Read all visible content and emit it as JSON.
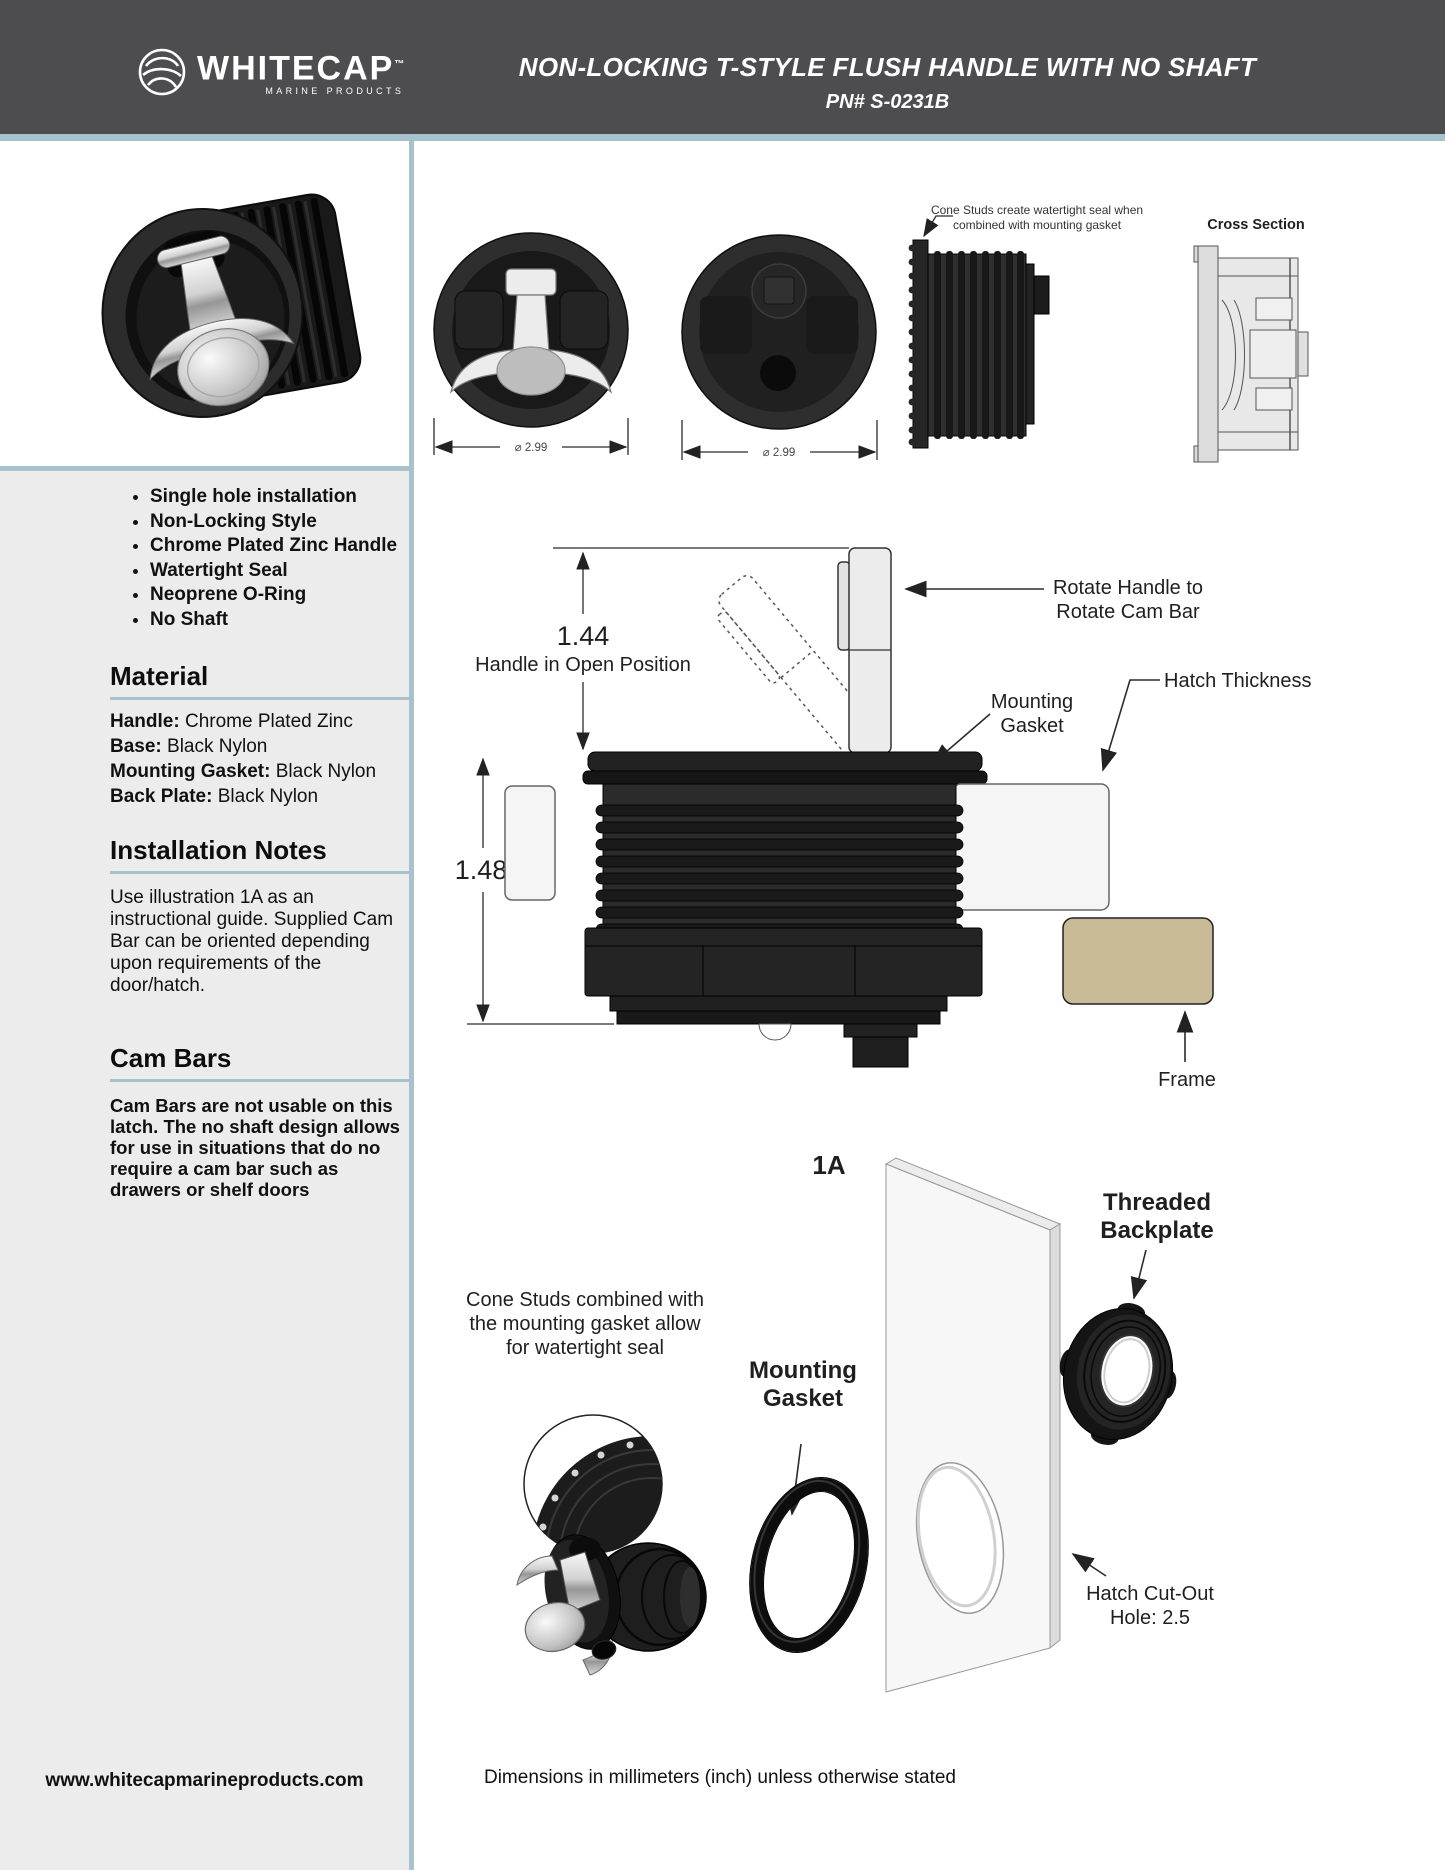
{
  "colors": {
    "header_bg": "#4d4d4f",
    "accent_border": "#a7c1cd",
    "sidebar_bg": "#ececec",
    "frame_tan": "#cabb98",
    "drawing_black": "#262626",
    "chrome": "#d9d9d9"
  },
  "header": {
    "brand": "WHITECAP",
    "brand_trademark": "™",
    "brand_subtitle": "MARINE PRODUCTS",
    "title": "NON-LOCKING T-STYLE FLUSH HANDLE WITH NO SHAFT",
    "part_number": "PN# S-0231B"
  },
  "sidebar": {
    "features": [
      "Single hole installation",
      "Non-Locking Style",
      "Chrome Plated Zinc Handle",
      "Watertight Seal",
      "Neoprene O-Ring",
      "No Shaft"
    ],
    "material": {
      "heading": "Material",
      "rows": [
        {
          "label": "Handle:",
          "value": "Chrome Plated Zinc"
        },
        {
          "label": "Base:",
          "value": "Black Nylon"
        },
        {
          "label": "Mounting Gasket:",
          "value": "Black Nylon"
        },
        {
          "label": "Back Plate:",
          "value": "Black Nylon"
        }
      ]
    },
    "installation_notes": {
      "heading": "Installation Notes",
      "body": "Use illustration 1A as an instructional guide.  Supplied Cam Bar can be oriented depending upon requirements of the door/hatch."
    },
    "cam_bars": {
      "heading": "Cam Bars",
      "body": "Cam Bars are not usable on this latch.  The no shaft design allows for use in situations that do no require a cam bar such as drawers or shelf doors"
    },
    "website": "www.whitecapmarineproducts.com"
  },
  "orthographic_views": {
    "front_dim": "⌀ 2.99",
    "back_dim": "⌀ 2.99",
    "cone_studs_note": [
      "Cone Studs create watertight seal when",
      "combined with mounting gasket"
    ],
    "cross_section_label": "Cross Section"
  },
  "installed_view": {
    "open_height_dim": "1.44",
    "open_height_label": "Handle in Open Position",
    "depth_dim": "1.48",
    "rotate_label": [
      "Rotate Handle to",
      "Rotate Cam Bar"
    ],
    "mounting_gasket_label": [
      "Mounting",
      "Gasket"
    ],
    "hatch_thickness_label": "Hatch Thickness",
    "frame_label": "Frame"
  },
  "exploded_view": {
    "figure_label": "1A",
    "cone_studs_note": [
      "Cone Studs combined with",
      "the mounting gasket allow",
      "for watertight seal"
    ],
    "mounting_gasket_label": [
      "Mounting",
      "Gasket"
    ],
    "backplate_label": [
      "Threaded",
      "Backplate"
    ],
    "cutout_label": [
      "Hatch Cut-Out",
      "Hole: 2.5"
    ]
  },
  "footer": {
    "dimension_note": "Dimensions in millimeters (inch) unless otherwise stated"
  }
}
